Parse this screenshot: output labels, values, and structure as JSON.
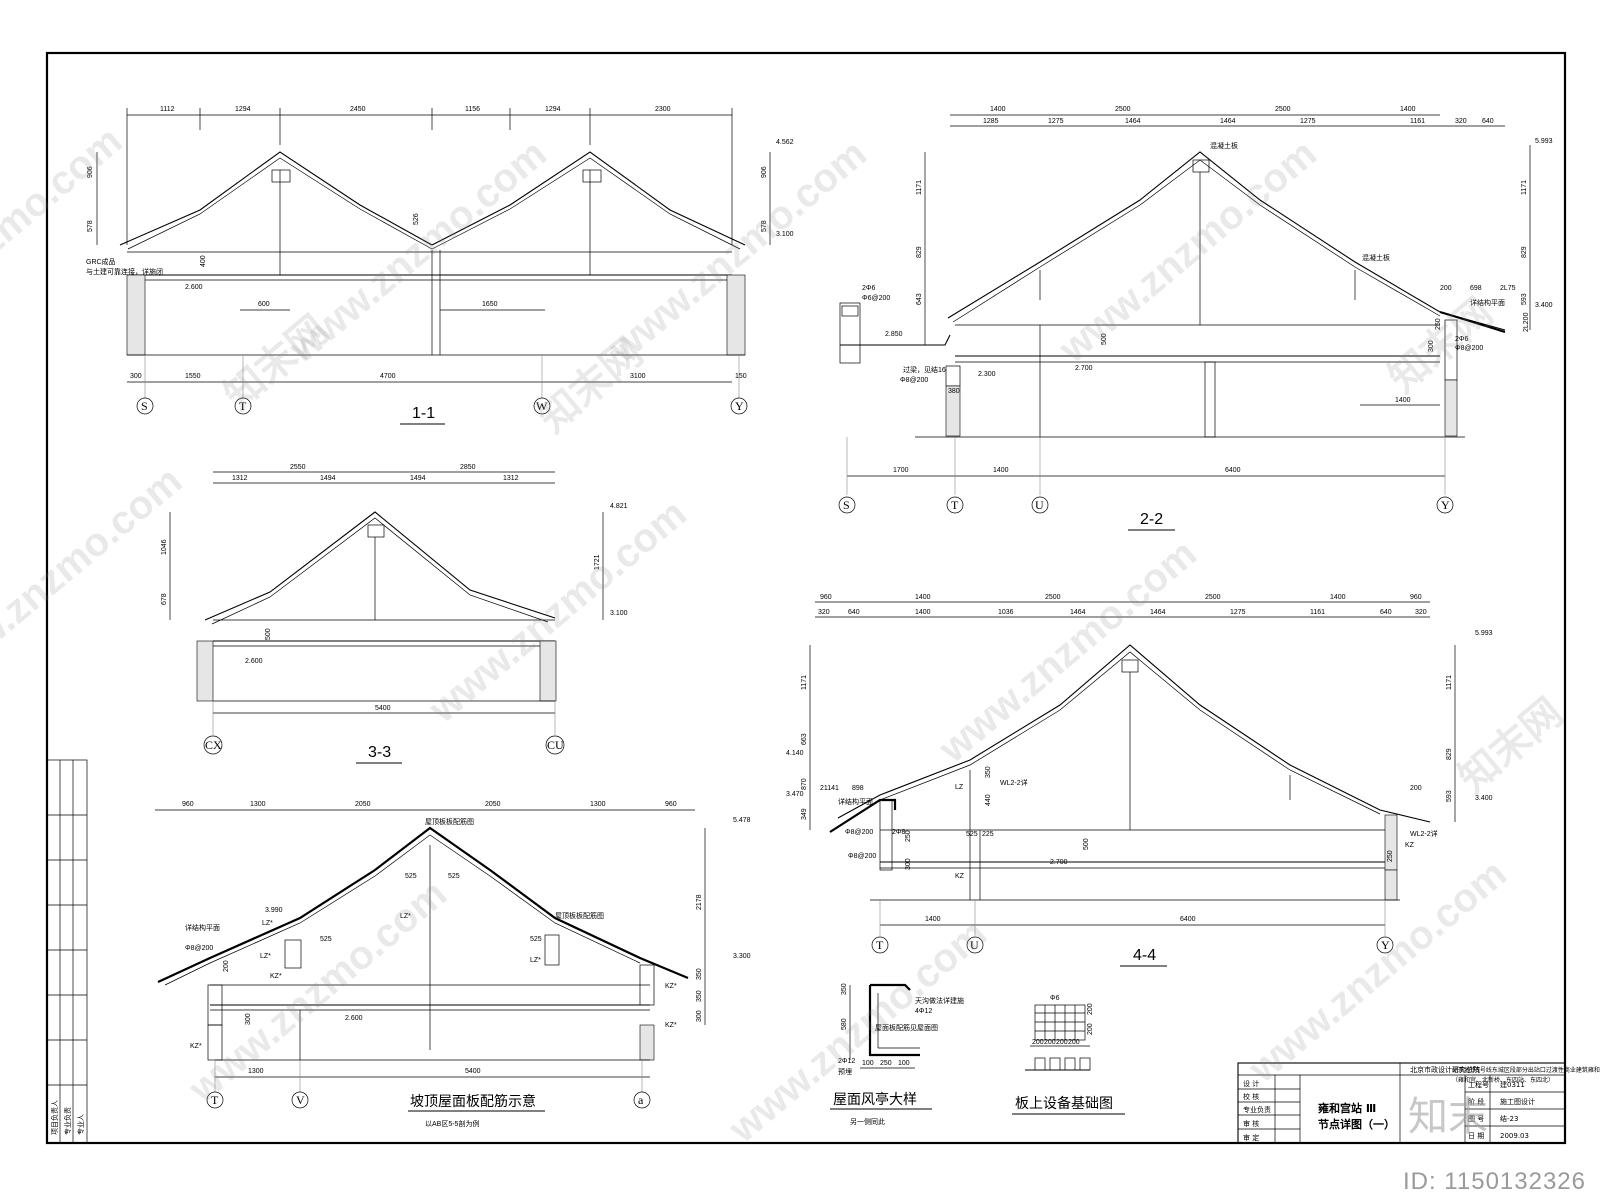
{
  "watermark": {
    "text": "www.znzmo.com",
    "brand": "知末网"
  },
  "id_tag": "ID: 1150132326",
  "logo_text": "知末",
  "sections": {
    "s11": {
      "title": "1-1",
      "top_dims": [
        "1112",
        "1294",
        "2450",
        "1156",
        "1294",
        "2300"
      ],
      "bottom_dims": [
        "300",
        "1550",
        "4700",
        "3100",
        "150"
      ],
      "inner_dims": [
        "600",
        "1650"
      ],
      "left_dims": [
        "906",
        "578"
      ],
      "right_dims": [
        "906",
        "578"
      ],
      "elevations": [
        "4.562",
        "3.100",
        "2.600"
      ],
      "note": "GRC成品",
      "note2": "与土建可靠连接，详施闭",
      "axes": [
        "S",
        "T",
        "W",
        "Y"
      ],
      "small_dims": [
        "400",
        "526"
      ]
    },
    "s22": {
      "title": "2-2",
      "top_dims": [
        "1400",
        "2500",
        "2500",
        "1400"
      ],
      "top_dims2": [
        "1285",
        "1275",
        "1464",
        "1464",
        "1275",
        "1161",
        "320",
        "640"
      ],
      "bottom_dims": [
        "1700",
        "1400",
        "6400"
      ],
      "left_dims": [
        "1171",
        "829",
        "643"
      ],
      "right_dims": [
        "1171",
        "829",
        "593"
      ],
      "elevations": [
        "5.993",
        "3.400",
        "2.850",
        "2.700",
        "2.300"
      ],
      "axes": [
        "S",
        "T",
        "U",
        "Y"
      ],
      "small_dims": [
        "500",
        "1400",
        "200",
        "698",
        "2L75",
        "300",
        "250",
        "380",
        "2L200"
      ],
      "notes": [
        "2Φ6",
        "Φ6@200",
        "Φ8@200",
        "Φ8@200",
        "过梁，见结16",
        "混凝土板",
        "混凝土板",
        "详结构平面",
        "2Φ6"
      ]
    },
    "s33": {
      "title": "3-3",
      "top_dims": [
        "2550",
        "2850"
      ],
      "top_dims2": [
        "1312",
        "1494",
        "1494",
        "1312"
      ],
      "bottom_dims": [
        "5400"
      ],
      "left_dims": [
        "1046",
        "678"
      ],
      "right_dims": [
        "1721"
      ],
      "elevations": [
        "4.821",
        "3.100",
        "2.600"
      ],
      "axes": [
        "CX",
        "CU"
      ],
      "small_dims": [
        "500"
      ]
    },
    "s44": {
      "title": "4-4",
      "top_dims": [
        "960",
        "1400",
        "2500",
        "2500",
        "1400",
        "960"
      ],
      "top_dims2": [
        "320",
        "640",
        "1400",
        "1036",
        "1464",
        "1464",
        "1275",
        "1161",
        "640",
        "320"
      ],
      "bottom_dims": [
        "1400",
        "6400"
      ],
      "left_dims": [
        "1171",
        "663",
        "870",
        "349"
      ],
      "right_dims": [
        "1171",
        "829",
        "593"
      ],
      "elevations": [
        "5.993",
        "4.140",
        "3.470",
        "3.400",
        "2.700"
      ],
      "axes": [
        "T",
        "U",
        "Y"
      ],
      "small_dims": [
        "350",
        "440",
        "500",
        "898",
        "21141",
        "300",
        "250",
        "250",
        "200",
        "525",
        "225"
      ],
      "notes": [
        "详结构平面",
        "Φ8@200",
        "Φ8@200",
        "LZ",
        "WL2-2详",
        "WL2-2详",
        "KZ",
        "KZ",
        "2Φ8"
      ]
    },
    "slope": {
      "title": "坡顶屋面板配筋示意",
      "subtitle": "以AB区5-5剖为例",
      "top_dims": [
        "960",
        "1300",
        "2050",
        "2050",
        "1300",
        "960"
      ],
      "bottom_dims": [
        "1300",
        "5400"
      ],
      "right_dims": [
        "2178",
        "350",
        "350",
        "300"
      ],
      "elevations": [
        "5.478",
        "3.990",
        "3.300",
        "2.600"
      ],
      "axes": [
        "T",
        "V",
        "a"
      ],
      "small_dims": [
        "525",
        "525",
        "525",
        "525",
        "200",
        "300"
      ],
      "notes": [
        "屋顶板板配筋图",
        "屋顶板板配筋图",
        "详结构平面",
        "Φ8@200",
        "LZ*",
        "LZ*",
        "LZ*",
        "LZ*",
        "KZ*",
        "KZ*",
        "KZ*",
        "KZ*"
      ]
    },
    "pavilion": {
      "title": "屋面风亭大样",
      "subtitle": "另一侧同此",
      "dims": [
        "350",
        "580",
        "100",
        "250",
        "100"
      ],
      "notes": [
        "屋面板配筋见屋面图",
        "天沟做法详建施",
        "4Φ12",
        "预埋",
        "2Φ12"
      ]
    },
    "equip": {
      "title": "板上设备基础图",
      "dims": [
        "200",
        "200",
        "200",
        "200",
        "200",
        "200"
      ],
      "notes": [
        "Φ6"
      ]
    }
  },
  "title_block": {
    "project": "北京地铁5号线东城区段部分出站口过渡性商业建筑雍和宫、北新桥、东四站、东四北",
    "project2": "（雍和宫、北新桥、东四站、东四北）",
    "drawing_name": "雍和宫站 Ⅲ",
    "drawing_name2": "节点详图（一）",
    "role_labels": [
      "设 计",
      "校 核",
      "专业负责",
      "审 核",
      "审 定"
    ],
    "info_labels": [
      "工程号",
      "阶 段",
      "图 号",
      "日 期"
    ],
    "info_values": [
      "建0311",
      "施工图设计",
      "结-23",
      "2009.03"
    ],
    "company": "北京市政设计研究总院",
    "left_strip": [
      "项目负责人",
      "专业负责",
      "专业人"
    ]
  }
}
